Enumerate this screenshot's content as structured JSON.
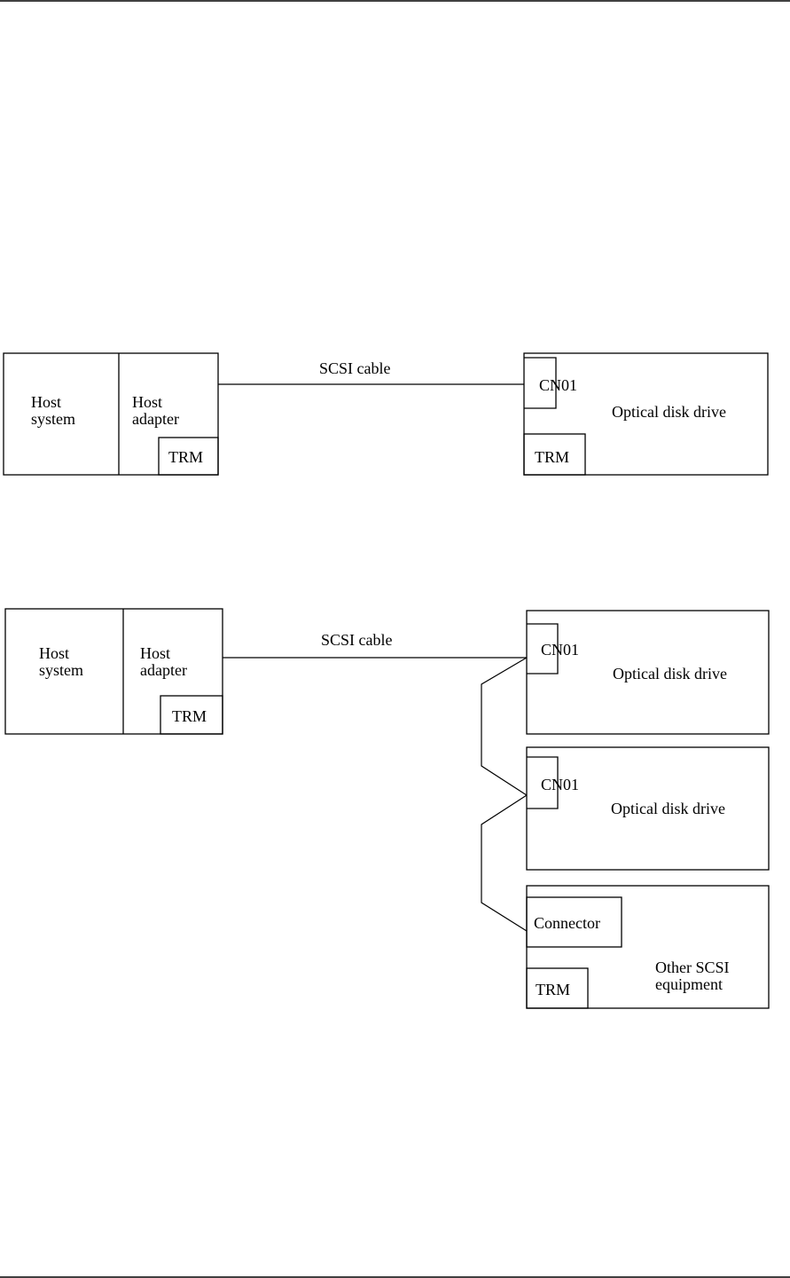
{
  "diagram1": {
    "host_system": "Host\nsystem",
    "host_adapter": "Host\nadapter",
    "host_trm": "TRM",
    "cable": "SCSI cable",
    "drive_connector": "CN01",
    "drive_label": "Optical disk drive",
    "drive_trm": "TRM"
  },
  "diagram2": {
    "host_system": "Host\nsystem",
    "host_adapter": "Host\nadapter",
    "host_trm": "TRM",
    "cable": "SCSI cable",
    "drive1_connector": "CN01",
    "drive1_label": "Optical disk drive",
    "drive2_connector": "CN01",
    "drive2_label": "Optical disk drive",
    "other_connector": "Connector",
    "other_label": "Other SCSI\nequipment",
    "other_trm": "TRM"
  }
}
